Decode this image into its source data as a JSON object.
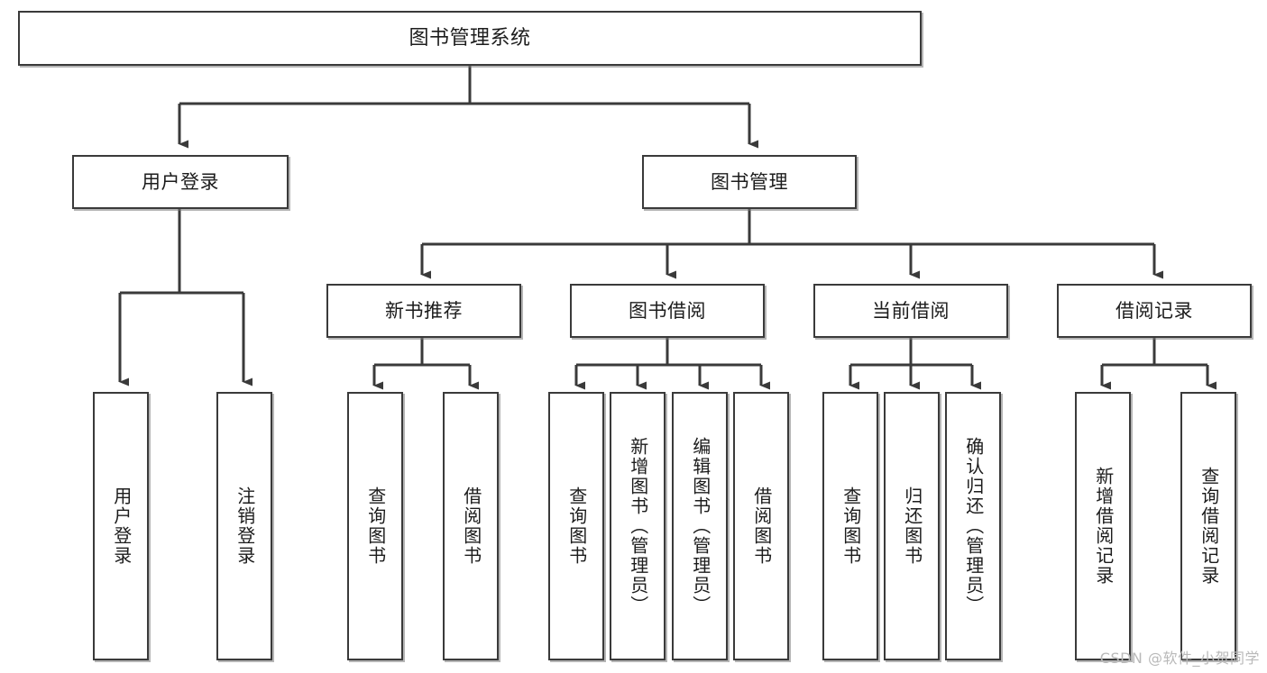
{
  "diagram": {
    "type": "tree-hierarchy",
    "title": "图书管理系统",
    "watermark": "CSDN @软件_小贺同学",
    "colors": {
      "box_border": "#3a3a3a",
      "box_fill": "#ffffff",
      "edge": "#3a3a3a",
      "text": "#1c1c1c",
      "watermark": "#b9b9b9"
    },
    "levels": {
      "root": {
        "label": "图书管理系统"
      },
      "level2": [
        {
          "label": "用户登录"
        },
        {
          "label": "图书管理"
        }
      ],
      "level3": [
        {
          "label": "新书推荐"
        },
        {
          "label": "图书借阅"
        },
        {
          "label": "当前借阅"
        },
        {
          "label": "借阅记录"
        }
      ],
      "leaves": {
        "user_login": [
          {
            "label": "用户登录"
          },
          {
            "label": "注销登录"
          }
        ],
        "new_book_recommend": [
          {
            "label": "查询图书"
          },
          {
            "label": "借阅图书"
          }
        ],
        "book_borrow": [
          {
            "label": "查询图书"
          },
          {
            "label": "新增图书（管理员）"
          },
          {
            "label": "编辑图书（管理员）"
          },
          {
            "label": "借阅图书"
          }
        ],
        "current_borrow": [
          {
            "label": "查询图书"
          },
          {
            "label": "归还图书"
          },
          {
            "label": "确认归还（管理员）"
          }
        ],
        "borrow_record": [
          {
            "label": "新增借阅记录"
          },
          {
            "label": "查询借阅记录"
          }
        ]
      }
    }
  }
}
